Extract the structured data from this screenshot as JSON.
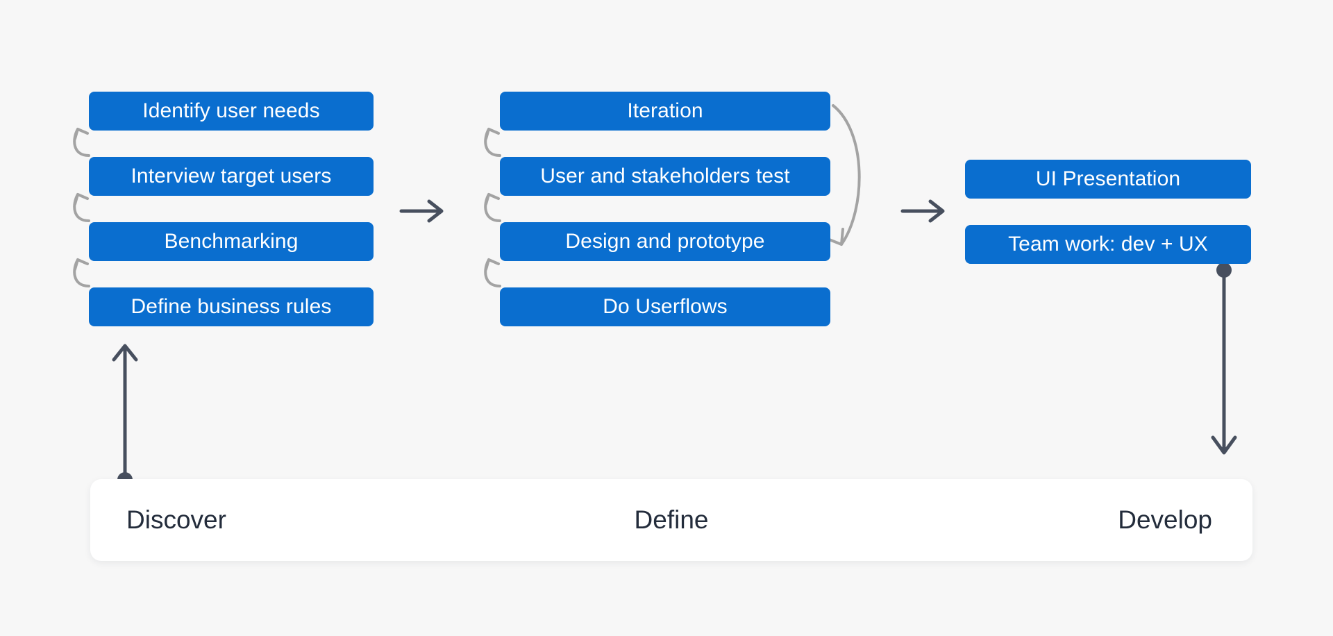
{
  "canvas": {
    "background_color": "#f7f7f7",
    "box_color": "#0a6ecf",
    "box_text_color": "#ffffff",
    "arrow_color": "#474f5e",
    "loop_arrow_color": "#a3a3a3",
    "card_color": "#ffffff",
    "card_text_color": "#232c3b"
  },
  "columns": [
    {
      "key": "discover",
      "phase_label": "Discover",
      "boxes": [
        {
          "label": "Identify user needs"
        },
        {
          "label": "Interview target users"
        },
        {
          "label": "Benchmarking"
        },
        {
          "label": "Define business rules"
        }
      ]
    },
    {
      "key": "define",
      "phase_label": "Define",
      "boxes": [
        {
          "label": "Iteration"
        },
        {
          "label": "User and stakeholders test"
        },
        {
          "label": "Design and prototype"
        },
        {
          "label": "Do Userflows"
        }
      ]
    },
    {
      "key": "develop",
      "phase_label": "Develop",
      "boxes": [
        {
          "label": "UI Presentation"
        },
        {
          "label": "Team work: dev + UX"
        }
      ]
    }
  ],
  "connectors": {
    "stage_arrow_1": "arrow-right-icon",
    "stage_arrow_2": "arrow-right-icon",
    "loop_arrows_discover": [
      "loop-arrow-up-icon",
      "loop-arrow-up-icon",
      "loop-arrow-up-icon"
    ],
    "loop_arrows_define": [
      "loop-arrow-up-icon",
      "loop-arrow-up-icon",
      "loop-arrow-up-icon"
    ],
    "iteration_loop": "curved-arrow-down-icon",
    "entry_connector": "line-arrow-up-icon",
    "exit_connector": "line-arrow-down-icon"
  }
}
